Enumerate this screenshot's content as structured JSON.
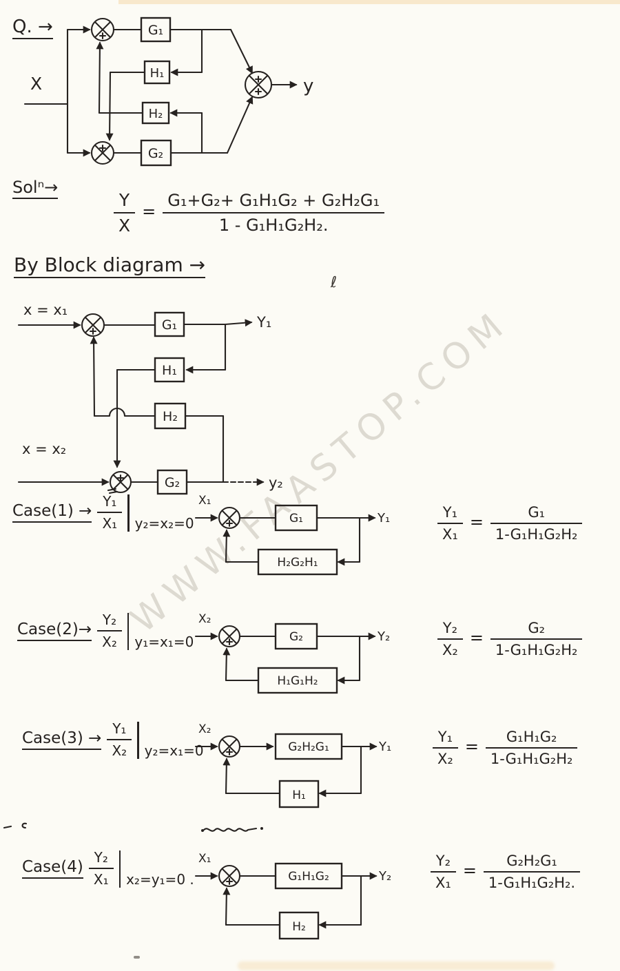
{
  "page": {
    "question_label": "Q. →",
    "solution_label": "Solⁿ→",
    "block_heading": "By Block diagram →",
    "stray_mark": "ℓ",
    "watermark_text": "WWW.FAASTOP.COM",
    "ink_color": "#262220",
    "paper_color": "#fcfbf5"
  },
  "diagram1": {
    "input": "X",
    "output": "y",
    "g1": "G₁",
    "h1": "H₁",
    "h2": "H₂",
    "g2": "G₂"
  },
  "solution_equation": {
    "lhs_num": "Y",
    "lhs_den": "X",
    "rhs_num": "G₁+G₂+ G₁H₁G₂ + G₂H₂G₁",
    "rhs_den": "1 - G₁H₁G₂H₂."
  },
  "diagram2": {
    "input1": "x = x₁",
    "input2": "x = x₂",
    "output1": "Y₁",
    "output2": "y₂",
    "g1": "G₁",
    "h1": "H₁",
    "h2": "H₂",
    "g2": "G₂"
  },
  "cases": [
    {
      "label": "Case(1) →",
      "ratio_num": "Y₁",
      "ratio_den": "X₁",
      "condition": "y₂=x₂=0",
      "d_input": "X₁",
      "d_forward": "G₁",
      "d_feedback": "H₂G₂H₁",
      "d_output": "Y₁",
      "e_lhs_num": "Y₁",
      "e_lhs_den": "X₁",
      "e_rhs_num": "G₁",
      "e_rhs_den": "1-G₁H₁G₂H₂"
    },
    {
      "label": "Case(2)→",
      "ratio_num": "Y₂",
      "ratio_den": "X₂",
      "condition": "y₁=x₁=0",
      "d_input": "X₂",
      "d_forward": "G₂",
      "d_feedback": "H₁G₁H₂",
      "d_output": "Y₂",
      "e_lhs_num": "Y₂",
      "e_lhs_den": "X₂",
      "e_rhs_num": "G₂",
      "e_rhs_den": "1-G₁H₁G₂H₂"
    },
    {
      "label": "Case(3) →",
      "ratio_num": "Y₁",
      "ratio_den": "X₂",
      "condition": "y₂=x₁=0",
      "d_input": "X₂",
      "d_forward": "G₂H₂G₁",
      "d_feedback": "H₁",
      "d_output": "Y₁",
      "e_lhs_num": "Y₁",
      "e_lhs_den": "X₂",
      "e_rhs_num": "G₁H₁G₂",
      "e_rhs_den": "1-G₁H₁G₂H₂"
    },
    {
      "label": "Case(4)",
      "ratio_num": "Y₂",
      "ratio_den": "X₁",
      "condition": "x₂=y₁=0 .",
      "d_input": "X₁",
      "d_forward": "G₁H₁G₂",
      "d_feedback": "H₂",
      "d_output": "Y₂",
      "e_lhs_num": "Y₂",
      "e_lhs_den": "X₁",
      "e_rhs_num": "G₂H₂G₁",
      "e_rhs_den": "1-G₁H₁G₂H₂."
    }
  ]
}
